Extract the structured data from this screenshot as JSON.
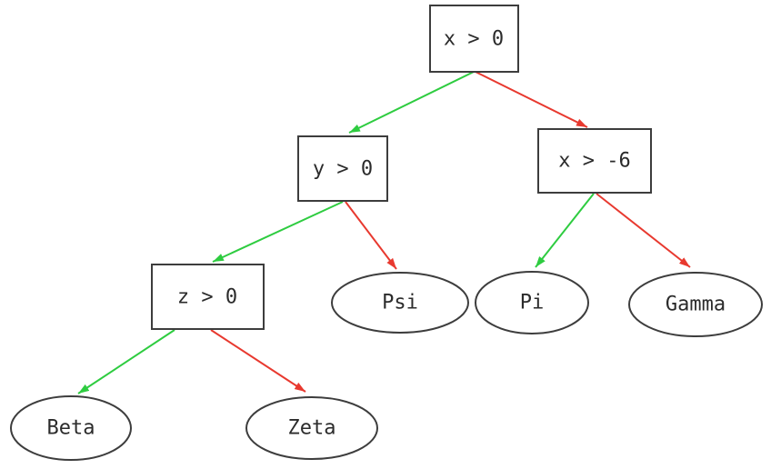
{
  "diagram_type": "binary decision tree",
  "colors": {
    "true_branch": "#2ecc40",
    "false_branch": "#e8392f",
    "node_border": "#3d3d3d",
    "node_fill": "#ffffff",
    "label_text": "#2b2b2b",
    "background": "#ffffff"
  },
  "nodes": {
    "x0": {
      "label": "x > 0",
      "shape": "box"
    },
    "y0": {
      "label": "y > 0",
      "shape": "box"
    },
    "xm6": {
      "label": "x > -6",
      "shape": "box"
    },
    "z0": {
      "label": "z > 0",
      "shape": "box"
    },
    "psi": {
      "label": "Psi",
      "shape": "ellipse"
    },
    "pi": {
      "label": "Pi",
      "shape": "ellipse"
    },
    "gamma": {
      "label": "Gamma",
      "shape": "ellipse"
    },
    "beta": {
      "label": "Beta",
      "shape": "ellipse"
    },
    "zeta": {
      "label": "Zeta",
      "shape": "ellipse"
    }
  },
  "edges": [
    {
      "from": "x > 0",
      "to": "y > 0",
      "branch": "true",
      "color": "#2ecc40"
    },
    {
      "from": "x > 0",
      "to": "x > -6",
      "branch": "false",
      "color": "#e8392f"
    },
    {
      "from": "y > 0",
      "to": "z > 0",
      "branch": "true",
      "color": "#2ecc40"
    },
    {
      "from": "y > 0",
      "to": "Psi",
      "branch": "false",
      "color": "#e8392f"
    },
    {
      "from": "x > -6",
      "to": "Pi",
      "branch": "true",
      "color": "#2ecc40"
    },
    {
      "from": "x > -6",
      "to": "Gamma",
      "branch": "false",
      "color": "#e8392f"
    },
    {
      "from": "z > 0",
      "to": "Beta",
      "branch": "true",
      "color": "#2ecc40"
    },
    {
      "from": "z > 0",
      "to": "Zeta",
      "branch": "false",
      "color": "#e8392f"
    }
  ]
}
